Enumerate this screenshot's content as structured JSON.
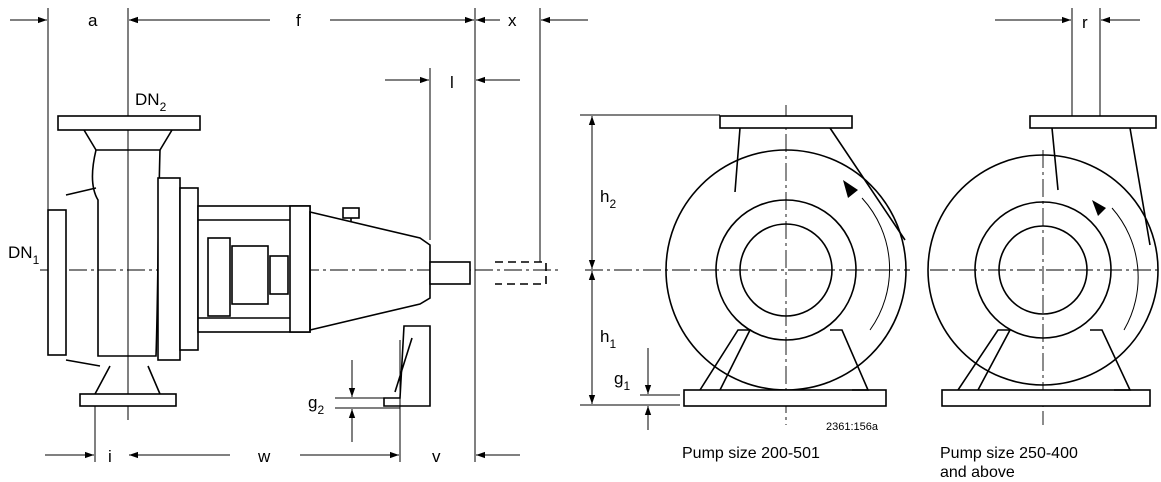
{
  "dimensions": {
    "a": "a",
    "f": "f",
    "x": "x",
    "l": "l",
    "r": "r",
    "h2_main": "h",
    "h2_sub": "2",
    "h1_main": "h",
    "h1_sub": "1",
    "g1_main": "g",
    "g1_sub": "1",
    "g2_main": "g",
    "g2_sub": "2",
    "i": "i",
    "w": "w",
    "v": "v"
  },
  "flanges": {
    "dn2_main": "DN",
    "dn2_sub": "2",
    "dn1_main": "DN",
    "dn1_sub": "1"
  },
  "captions": {
    "pump_small": "Pump size 200-501",
    "pump_large_line1": "Pump size 250-400",
    "pump_large_line2": "and above"
  },
  "reference_number": "2361:156a"
}
